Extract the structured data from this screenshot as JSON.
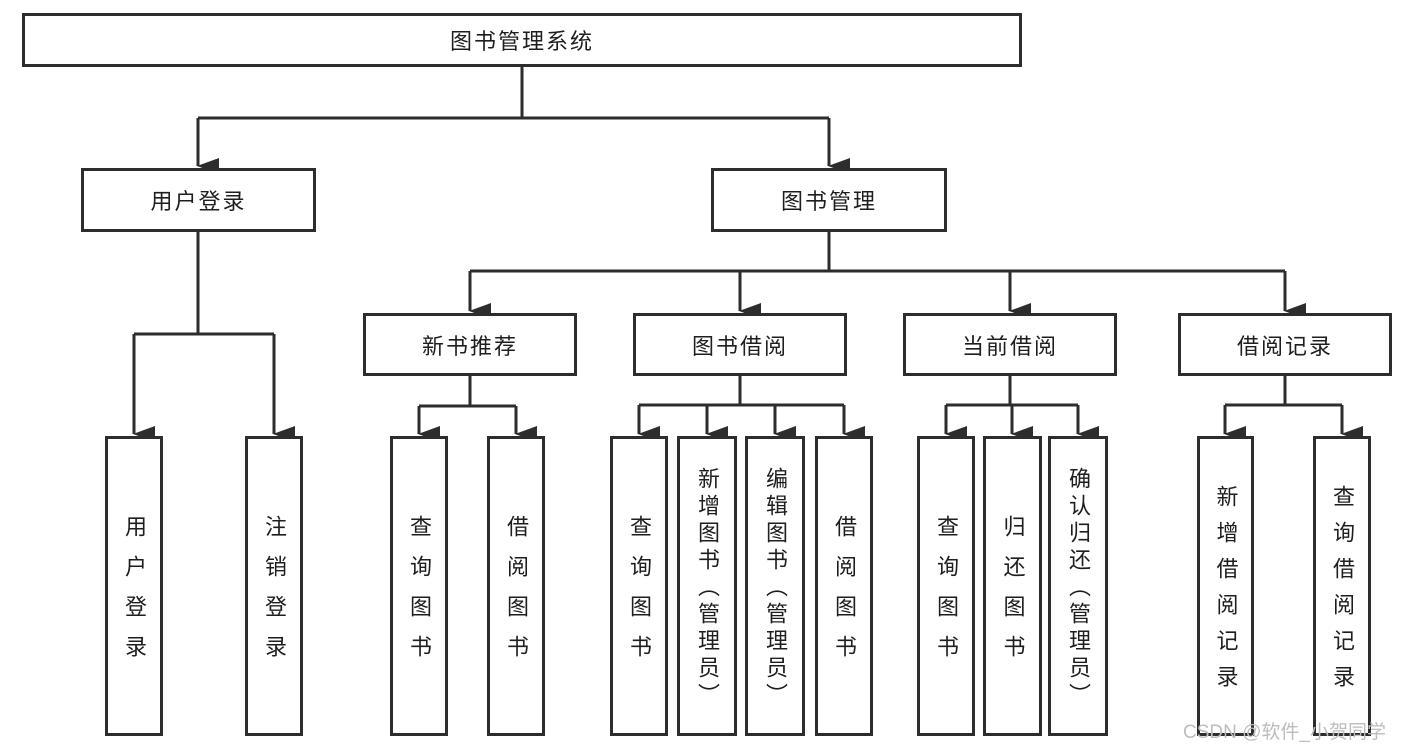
{
  "diagram": {
    "type": "hierarchy-tree",
    "title": "图书管理系统"
  },
  "colors": {
    "line": "#2d2d2d",
    "box_border": "#2d2d2d",
    "text": "#1e1e1e",
    "background": "#ffffff",
    "watermark": "#bdbdbd"
  },
  "nodes": {
    "root": {
      "label": "图书管理系统"
    },
    "user_login": {
      "label": "用户登录"
    },
    "book_management": {
      "label": "图书管理"
    },
    "new_book_rec": {
      "label": "新书推荐"
    },
    "book_borrow": {
      "label": "图书借阅"
    },
    "current_borrow": {
      "label": "当前借阅"
    },
    "borrow_records": {
      "label": "借阅记录"
    },
    "leaf_user_login": {
      "label": "用户登录"
    },
    "leaf_logout": {
      "label": "注销登录"
    },
    "leaf_rec_query_book": {
      "label": "查询图书"
    },
    "leaf_rec_borrow_book": {
      "label": "借阅图书"
    },
    "leaf_bb_query_book": {
      "label": "查询图书"
    },
    "leaf_bb_add_book": {
      "label": "新增图书（管理员）"
    },
    "leaf_bb_edit_book": {
      "label": "编辑图书（管理员）"
    },
    "leaf_bb_borrow_book": {
      "label": "借阅图书"
    },
    "leaf_cb_query_book": {
      "label": "查询图书"
    },
    "leaf_cb_return_book": {
      "label": "归还图书"
    },
    "leaf_cb_confirm_return": {
      "label": "确认归还（管理员）"
    },
    "leaf_br_add_record": {
      "label": "新增借阅记录"
    },
    "leaf_br_query_record": {
      "label": "查询借阅记录"
    }
  },
  "hierarchy": {
    "图书管理系统": [
      "用户登录",
      "图书管理"
    ],
    "用户登录": [
      "用户登录",
      "注销登录"
    ],
    "图书管理": [
      "新书推荐",
      "图书借阅",
      "当前借阅",
      "借阅记录"
    ],
    "新书推荐": [
      "查询图书",
      "借阅图书"
    ],
    "图书借阅": [
      "查询图书",
      "新增图书（管理员）",
      "编辑图书（管理员）",
      "借阅图书"
    ],
    "当前借阅": [
      "查询图书",
      "归还图书",
      "确认归还（管理员）"
    ],
    "借阅记录": [
      "新增借阅记录",
      "查询借阅记录"
    ]
  },
  "watermark": {
    "text": "CSDN @软件_小贺同学"
  }
}
